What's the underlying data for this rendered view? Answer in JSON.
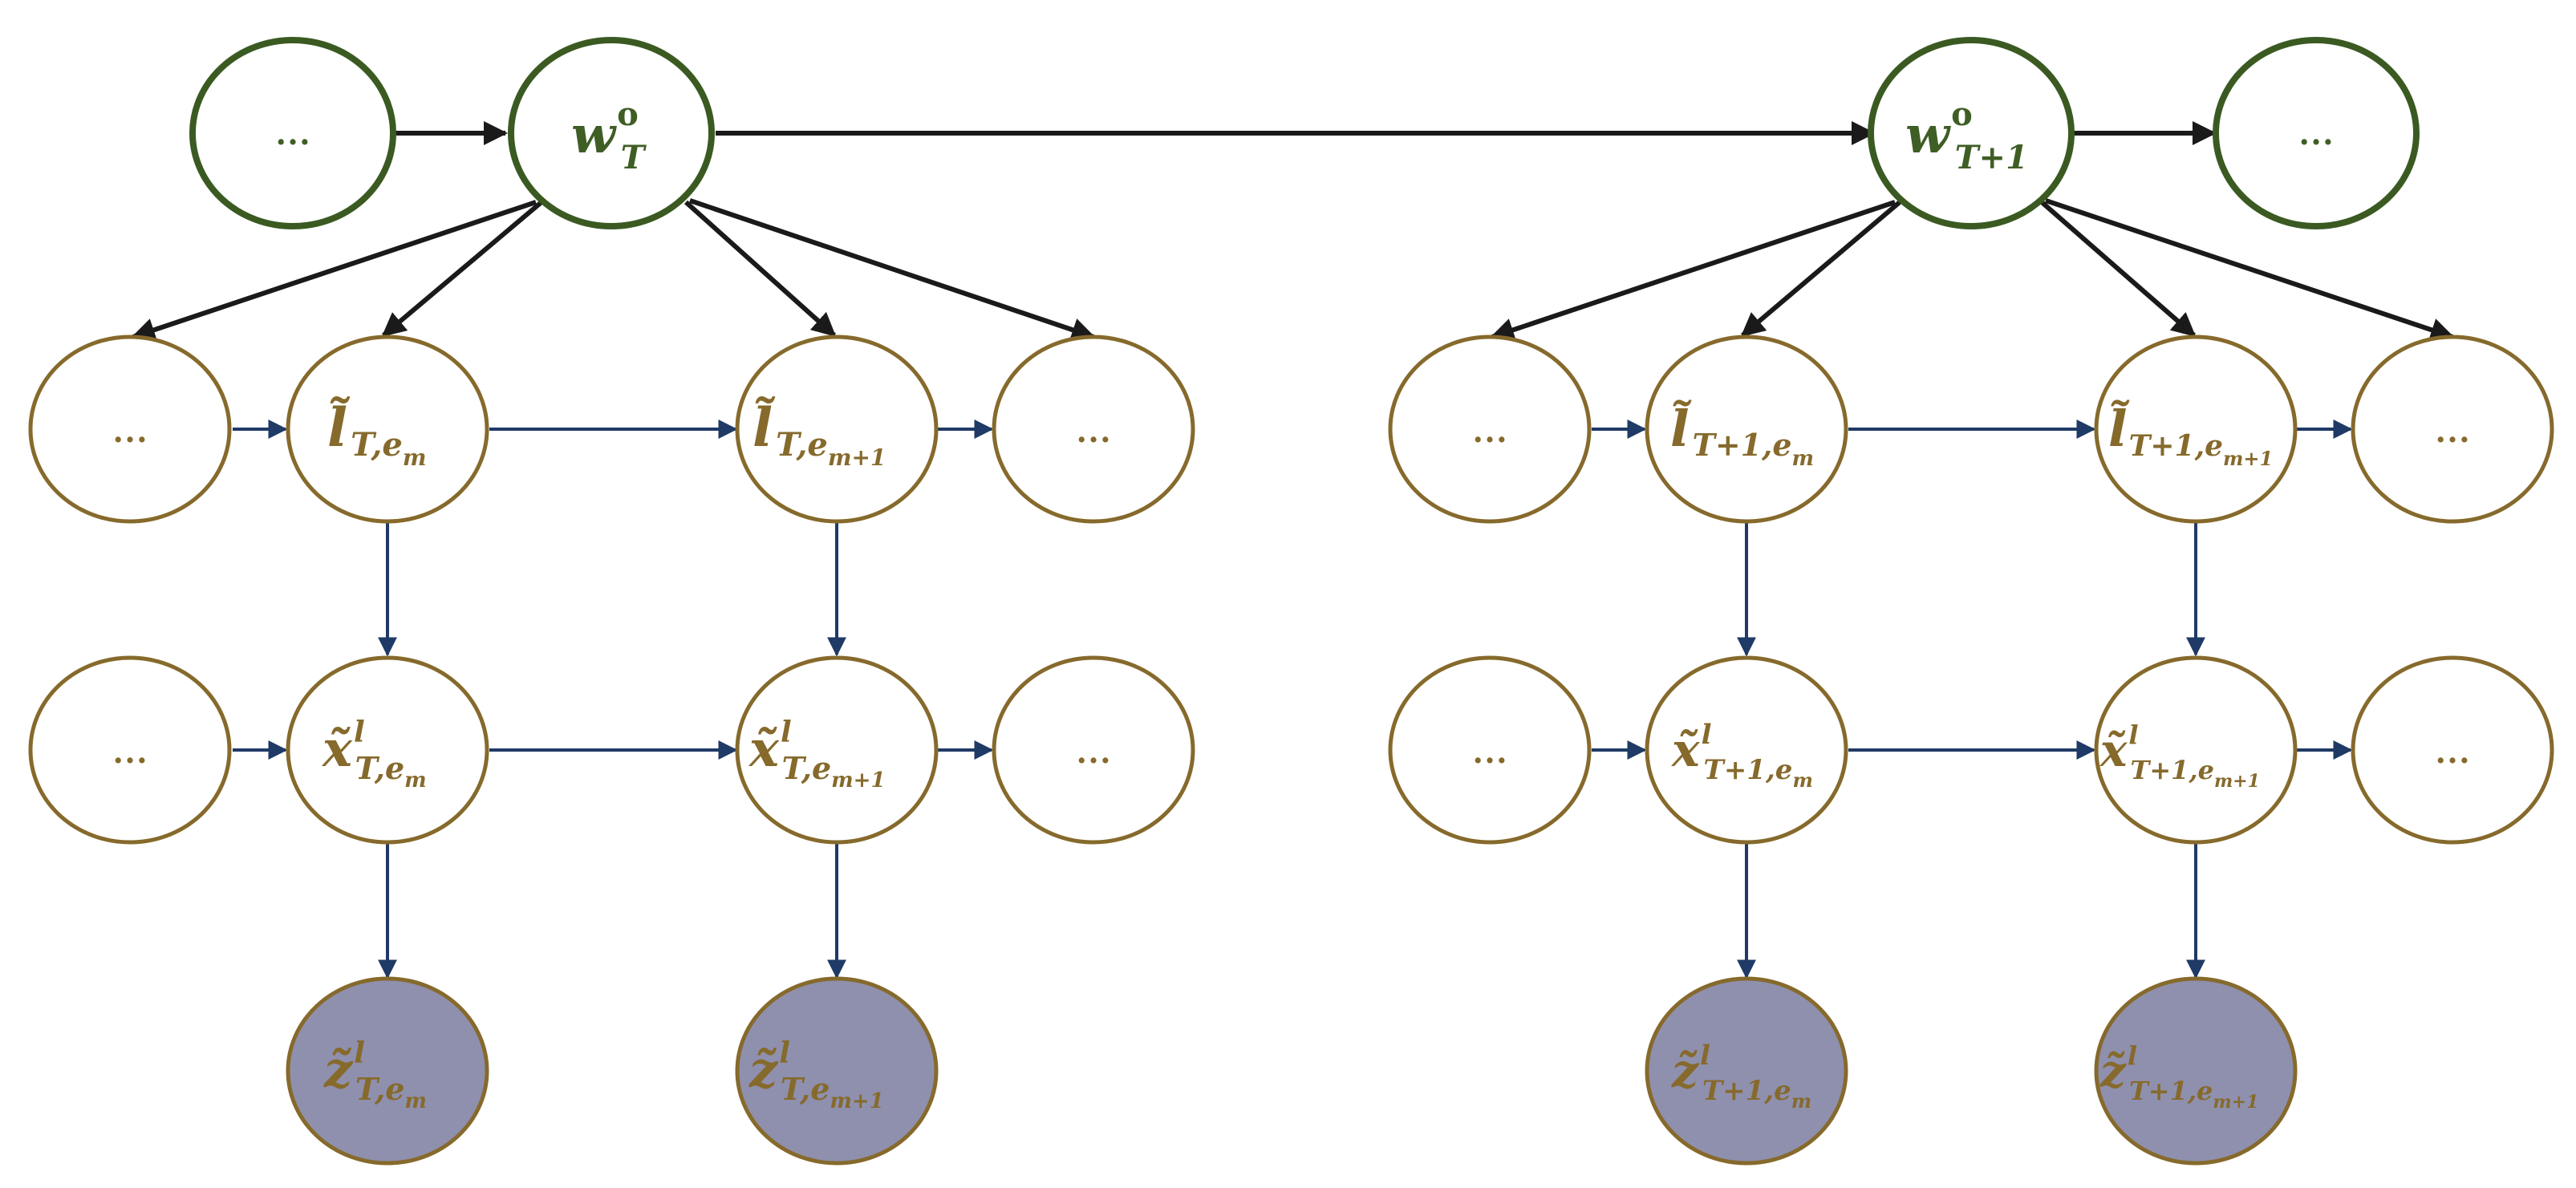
{
  "colors": {
    "green_stroke": "#3a5a22",
    "green_text": "#3f5e25",
    "brown_stroke": "#866a2c",
    "brown_text": "#866a2c",
    "observed_fill": "#8f90ae",
    "black_arrow": "#1a1a1a",
    "blue_arrow": "#1f3a66"
  },
  "nodes": {
    "w_left_dots": "…",
    "w_T": {
      "base": "w",
      "sup": "o",
      "sub": "T"
    },
    "w_T1": {
      "base": "w",
      "sup": "o",
      "sub": "T+1"
    },
    "w_right_dots": "…",
    "l_T_prev_dots": "…",
    "l_T_em": {
      "base": "l̃",
      "sub": "T,e",
      "subsub": "m"
    },
    "l_T_em1": {
      "base": "l̃",
      "sub": "T,e",
      "subsub": "m+1"
    },
    "l_T_next_dots": "…",
    "l_T1_prev_dots": "…",
    "l_T1_em": {
      "base": "l̃",
      "sub": "T+1,e",
      "subsub": "m"
    },
    "l_T1_em1": {
      "base": "l̃",
      "sub": "T+1,e",
      "subsub": "m+1"
    },
    "l_T1_next_dots": "…",
    "x_T_prev_dots": "…",
    "x_T_em": {
      "base": "x̃",
      "sup": "l",
      "sub": "T,e",
      "subsub": "m"
    },
    "x_T_em1": {
      "base": "x̃",
      "sup": "l",
      "sub": "T,e",
      "subsub": "m+1"
    },
    "x_T_next_dots": "…",
    "x_T1_prev_dots": "…",
    "x_T1_em": {
      "base": "x̃",
      "sup": "l",
      "sub": "T+1,e",
      "subsub": "m"
    },
    "x_T1_em1": {
      "base": "x̃",
      "sup": "l",
      "sub": "T+1,e",
      "subsub": "m+1"
    },
    "x_T1_next_dots": "…",
    "z_T_em": {
      "base": "z̃",
      "sup": "l",
      "sub": "T,e",
      "subsub": "m"
    },
    "z_T_em1": {
      "base": "z̃",
      "sup": "l",
      "sub": "T,e",
      "subsub": "m+1"
    },
    "z_T1_em": {
      "base": "z̃",
      "sup": "l",
      "sub": "T+1,e",
      "subsub": "m"
    },
    "z_T1_em1": {
      "base": "z̃",
      "sup": "l",
      "sub": "T+1,e",
      "subsub": "m+1"
    }
  }
}
